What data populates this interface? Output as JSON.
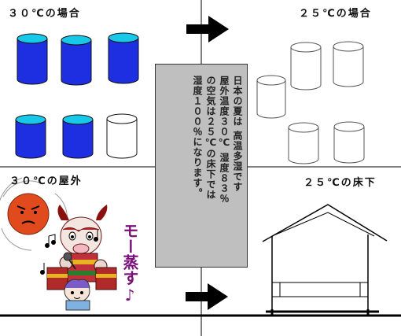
{
  "labels": {
    "top_left": "３０℃の場合",
    "top_right": "２５℃の場合",
    "bottom_left": "３０℃の屋外",
    "bottom_right": "２５℃の床下"
  },
  "note": {
    "lines": [
      "日本の夏は 高温多湿です",
      "屋外温度３０℃ 湿度８３％",
      "の空気は２５℃の床下では",
      "湿度１００％になります。"
    ]
  },
  "exclamation": "モー蒸す♪",
  "colors": {
    "water_blue": "#1d2fe0",
    "water_top": "#18c8e8",
    "box_gray": "#bfbfbf",
    "arrow": "#000000",
    "sun": "#e04a1c",
    "exclamation": "#7a0f7a"
  },
  "icons": {
    "arrow": "right-arrow-icon",
    "cup": "cylinder-cup-icon",
    "sun": "angry-sun-icon",
    "house": "house-cross-section-icon",
    "cow": "cow-character-icon"
  }
}
